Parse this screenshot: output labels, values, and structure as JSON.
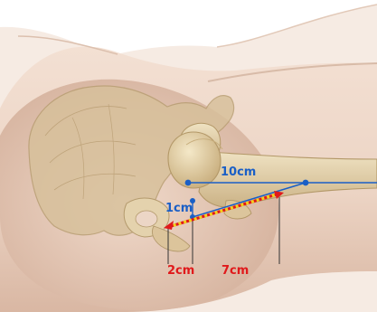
{
  "diagram": {
    "colors": {
      "skin": "#ecd4c4",
      "skin_shade": "#c9a691",
      "bone": "#ddc9a0",
      "bone_edge": "#b59a6b",
      "measure_blue": "#1a5fc6",
      "measure_red": "#e0191b",
      "measure_yellow": "#f2d21b"
    },
    "labels": {
      "ten_cm": "10cm",
      "one_cm": "1cm",
      "two_cm": "2cm",
      "seven_cm": "7cm"
    }
  }
}
